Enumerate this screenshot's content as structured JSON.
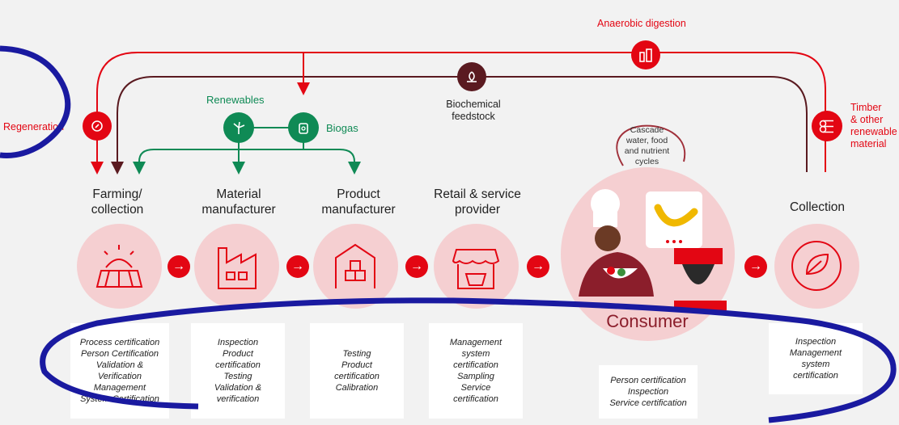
{
  "top": {
    "anaerobic_digestion": "Anaerobic digestion",
    "regeneration": "Regeneration",
    "biochemical_feedstock": "Biochemical\nfeedstock",
    "renewables": "Renewables",
    "biogas": "Biogas",
    "timber": "Timber\n& other\nrenewable\nmaterial",
    "cascade": "Cascade\nwater, food\nand nutrient\ncycles"
  },
  "stages": [
    {
      "label": "Farming/\ncollection",
      "items": [
        "Process certification",
        "Person Certification",
        "Validation &\nVerification",
        "Management\nSystem Certification"
      ]
    },
    {
      "label": "Material\nmanufacturer",
      "items": [
        "Inspection",
        "Product\ncertification",
        "Testing",
        "Validation &\nverification"
      ]
    },
    {
      "label": "Product\nmanufacturer",
      "items": [
        "Testing",
        "Product\ncertification",
        "Calibration"
      ]
    },
    {
      "label": "Retail & service\nprovider",
      "items": [
        "Management\nsystem\ncertification",
        "Sampling",
        "Service\ncertification"
      ]
    },
    {
      "label": "Consumer",
      "items": [
        "Person certification",
        "Inspection",
        "Service certification"
      ]
    },
    {
      "label": "Collection",
      "items": [
        "Inspection",
        "Management\nsystem\ncertification"
      ]
    }
  ],
  "arrow_glyph": "→",
  "colors": {
    "red": "#e30613",
    "green": "#0f8a55",
    "dark": "#5a1a20",
    "pink": "#f5cfd1",
    "annotation": "#1a1aa0"
  }
}
